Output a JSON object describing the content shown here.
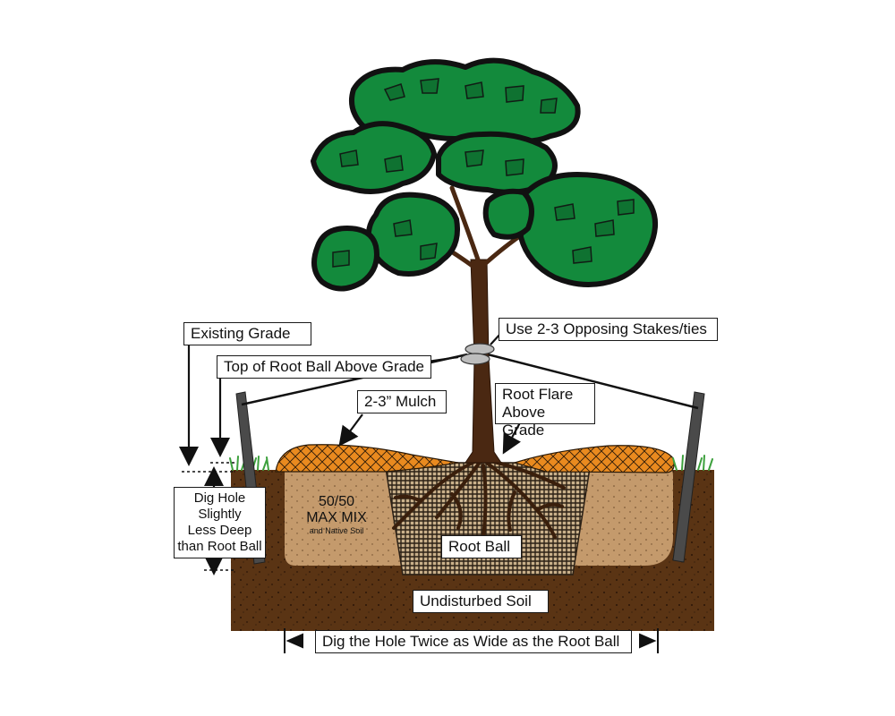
{
  "labels": {
    "existing_grade": "Existing Grade",
    "top_of_root_ball": "Top of Root Ball Above Grade",
    "mulch": "2-3” Mulch",
    "stakes": "Use 2-3 Opposing Stakes/ties",
    "root_flare": [
      "Root Flare",
      "Above Grade"
    ],
    "dig_depth": [
      "Dig Hole",
      "Slightly",
      "Less Deep",
      "than Root Ball"
    ],
    "backfill_main": [
      "50/50",
      "MAX MIX"
    ],
    "backfill_sub": "and Native Soil",
    "root_ball": "Root Ball",
    "undisturbed_soil": "Undisturbed Soil",
    "dig_width": "Dig the Hole Twice as Wide as the Root Ball"
  },
  "colors": {
    "soil": "#5a3414",
    "backfill": "#c49a6c",
    "root_ball": "#c9b08a",
    "mulch": "#e98a1f",
    "foliage": "#138a3c",
    "trunk": "#4a2812",
    "grass": "#3da03d",
    "stake": "#4a4a4a"
  },
  "icons": [
    "tree-icon",
    "stake-icon",
    "tie-icon",
    "grass-icon",
    "arrow-icon"
  ]
}
